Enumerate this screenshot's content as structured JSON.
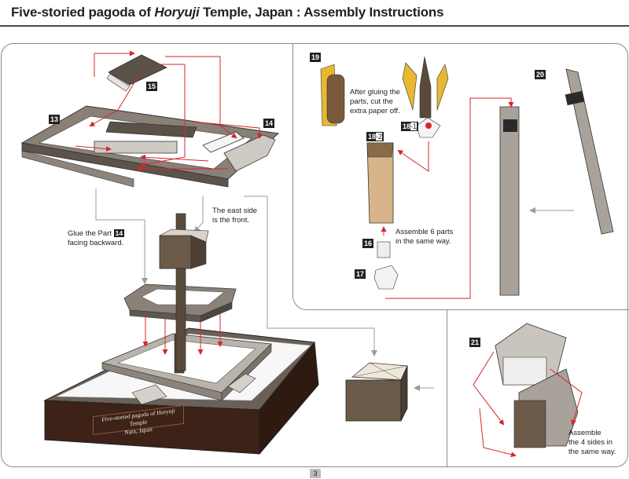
{
  "header": {
    "title_part1": "Five-storied pagoda of ",
    "title_italic": "Horyuji",
    "title_part2": " Temple, Japan : Assembly Instructions"
  },
  "steps": {
    "s13": "13",
    "s14": "14",
    "s15": "15",
    "s16": "16",
    "s17": "17",
    "s18_1": "18",
    "s18_1_suffix": "-1",
    "s18_2": "18",
    "s18_2_suffix": "-2",
    "s19": "19",
    "s20": "20",
    "s21": "21"
  },
  "notes": {
    "glue_part_pre": "Glue the Part ",
    "glue_part_num": "14",
    "glue_part_post": "facing backward.",
    "east_side_line1": "The east side",
    "east_side_line2": "is the front.",
    "after_gluing_line1": "After gluing the",
    "after_gluing_line2": "parts, cut the",
    "after_gluing_line3": "extra paper off.",
    "assemble6_line1": "Assemble 6 parts",
    "assemble6_line2": "in the same way.",
    "assemble4_line1": "Assemble",
    "assemble4_line2": "the 4 sides in",
    "assemble4_line3": "the same way."
  },
  "plate": {
    "line1": "Five-storied pagoda of Horyuji Temple",
    "line2": "Nara, Japan"
  },
  "footer": {
    "page_number": "3"
  },
  "colors": {
    "arrow_red": "#d7262b",
    "arrow_gray": "#9a9a9a",
    "dark_brown": "#3d2217",
    "stone_gray": "#a8a29a",
    "wall_brown": "#6b5a48",
    "gold": "#e8b930"
  }
}
